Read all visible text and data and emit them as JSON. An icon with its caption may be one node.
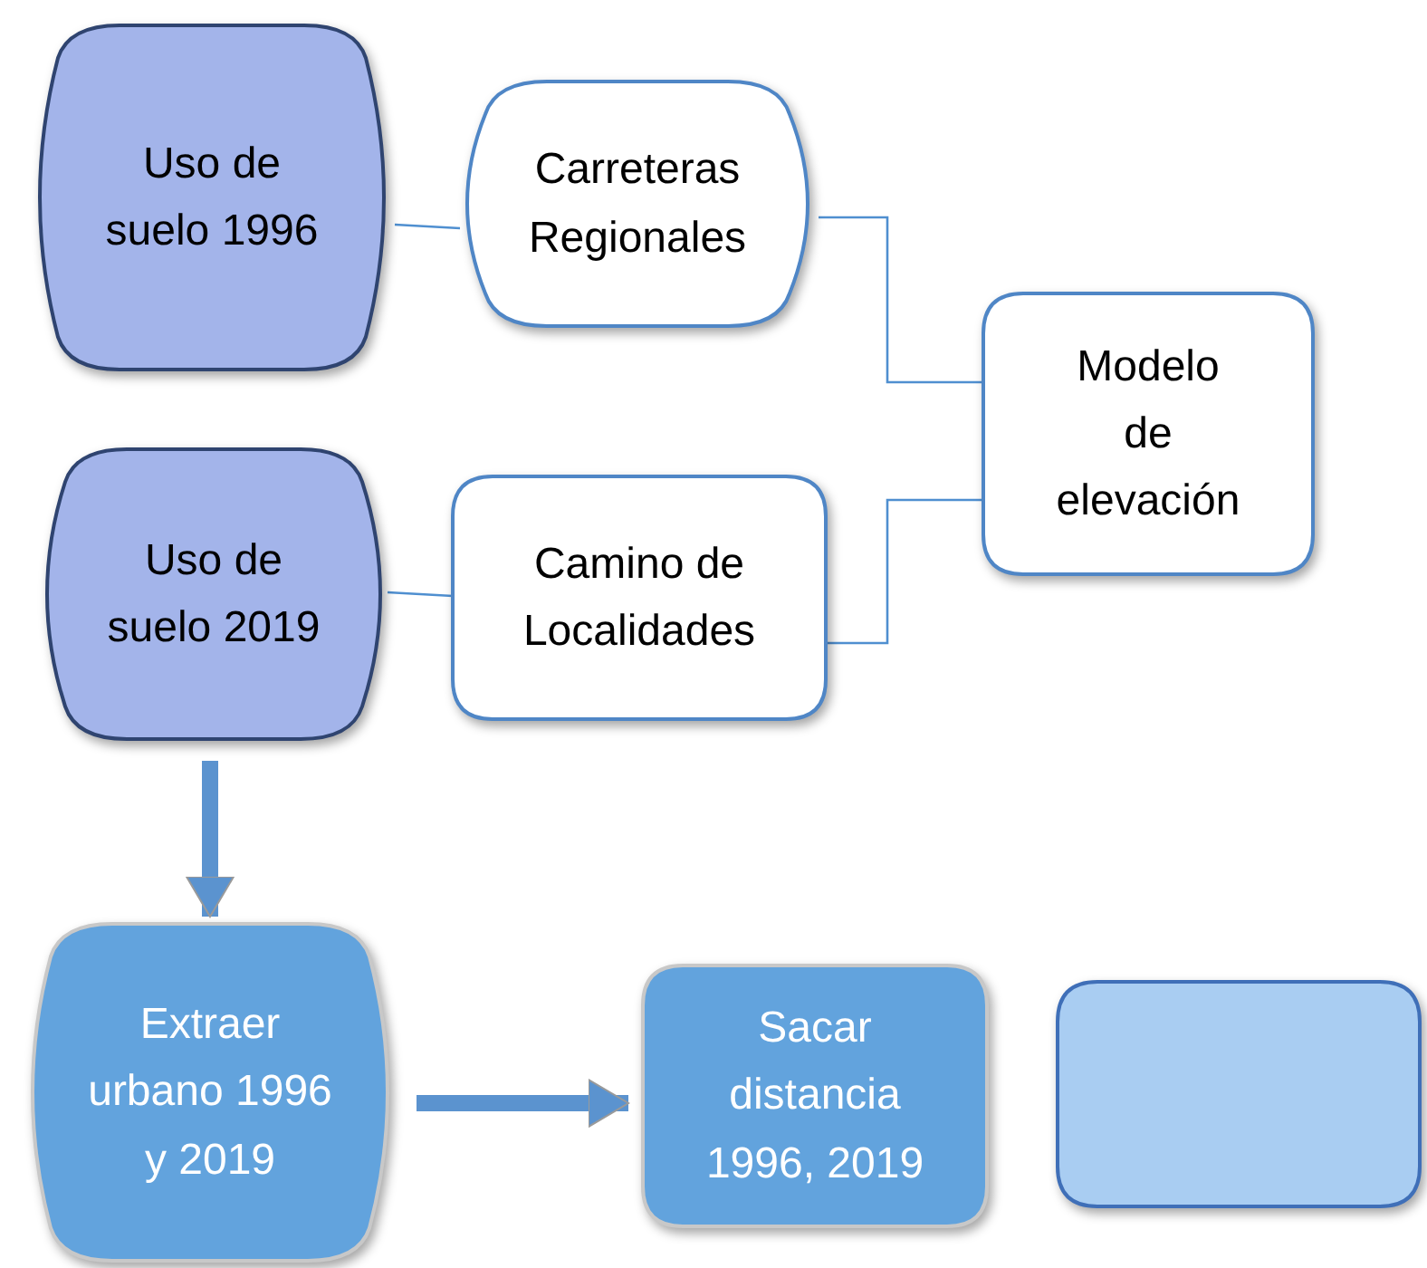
{
  "diagram": {
    "nodes": [
      {
        "text": [
          "Uso de suelo 1996"
        ]
      },
      {
        "text": [
          "Carreteras Regionales"
        ]
      },
      {
        "text": [
          "Modelo de elevación"
        ]
      },
      {
        "text": [
          "Uso de suelo 2019"
        ]
      },
      {
        "text": [
          "Camino de Localidades"
        ]
      },
      {
        "text": [
          "Extraer urbano 1996 y 2019"
        ]
      },
      {
        "text": [
          "Sacar distancia 1996, 2019"
        ]
      },
      {
        "text": [],
        "shape": "box"
      }
    ],
    "edges": [
      {
        "from": 0,
        "to": 1,
        "arrow": "none"
      },
      {
        "from": 1,
        "to": 2,
        "arrow": "none"
      },
      {
        "from": 4,
        "to": 2,
        "arrow": "none"
      },
      {
        "from": 3,
        "to": 4,
        "arrow": "none"
      },
      {
        "from": 3,
        "to": 5,
        "arrow": "to",
        "style": "thick"
      },
      {
        "from": 5,
        "to": 6,
        "arrow": "to",
        "style": "thick"
      }
    ]
  }
}
